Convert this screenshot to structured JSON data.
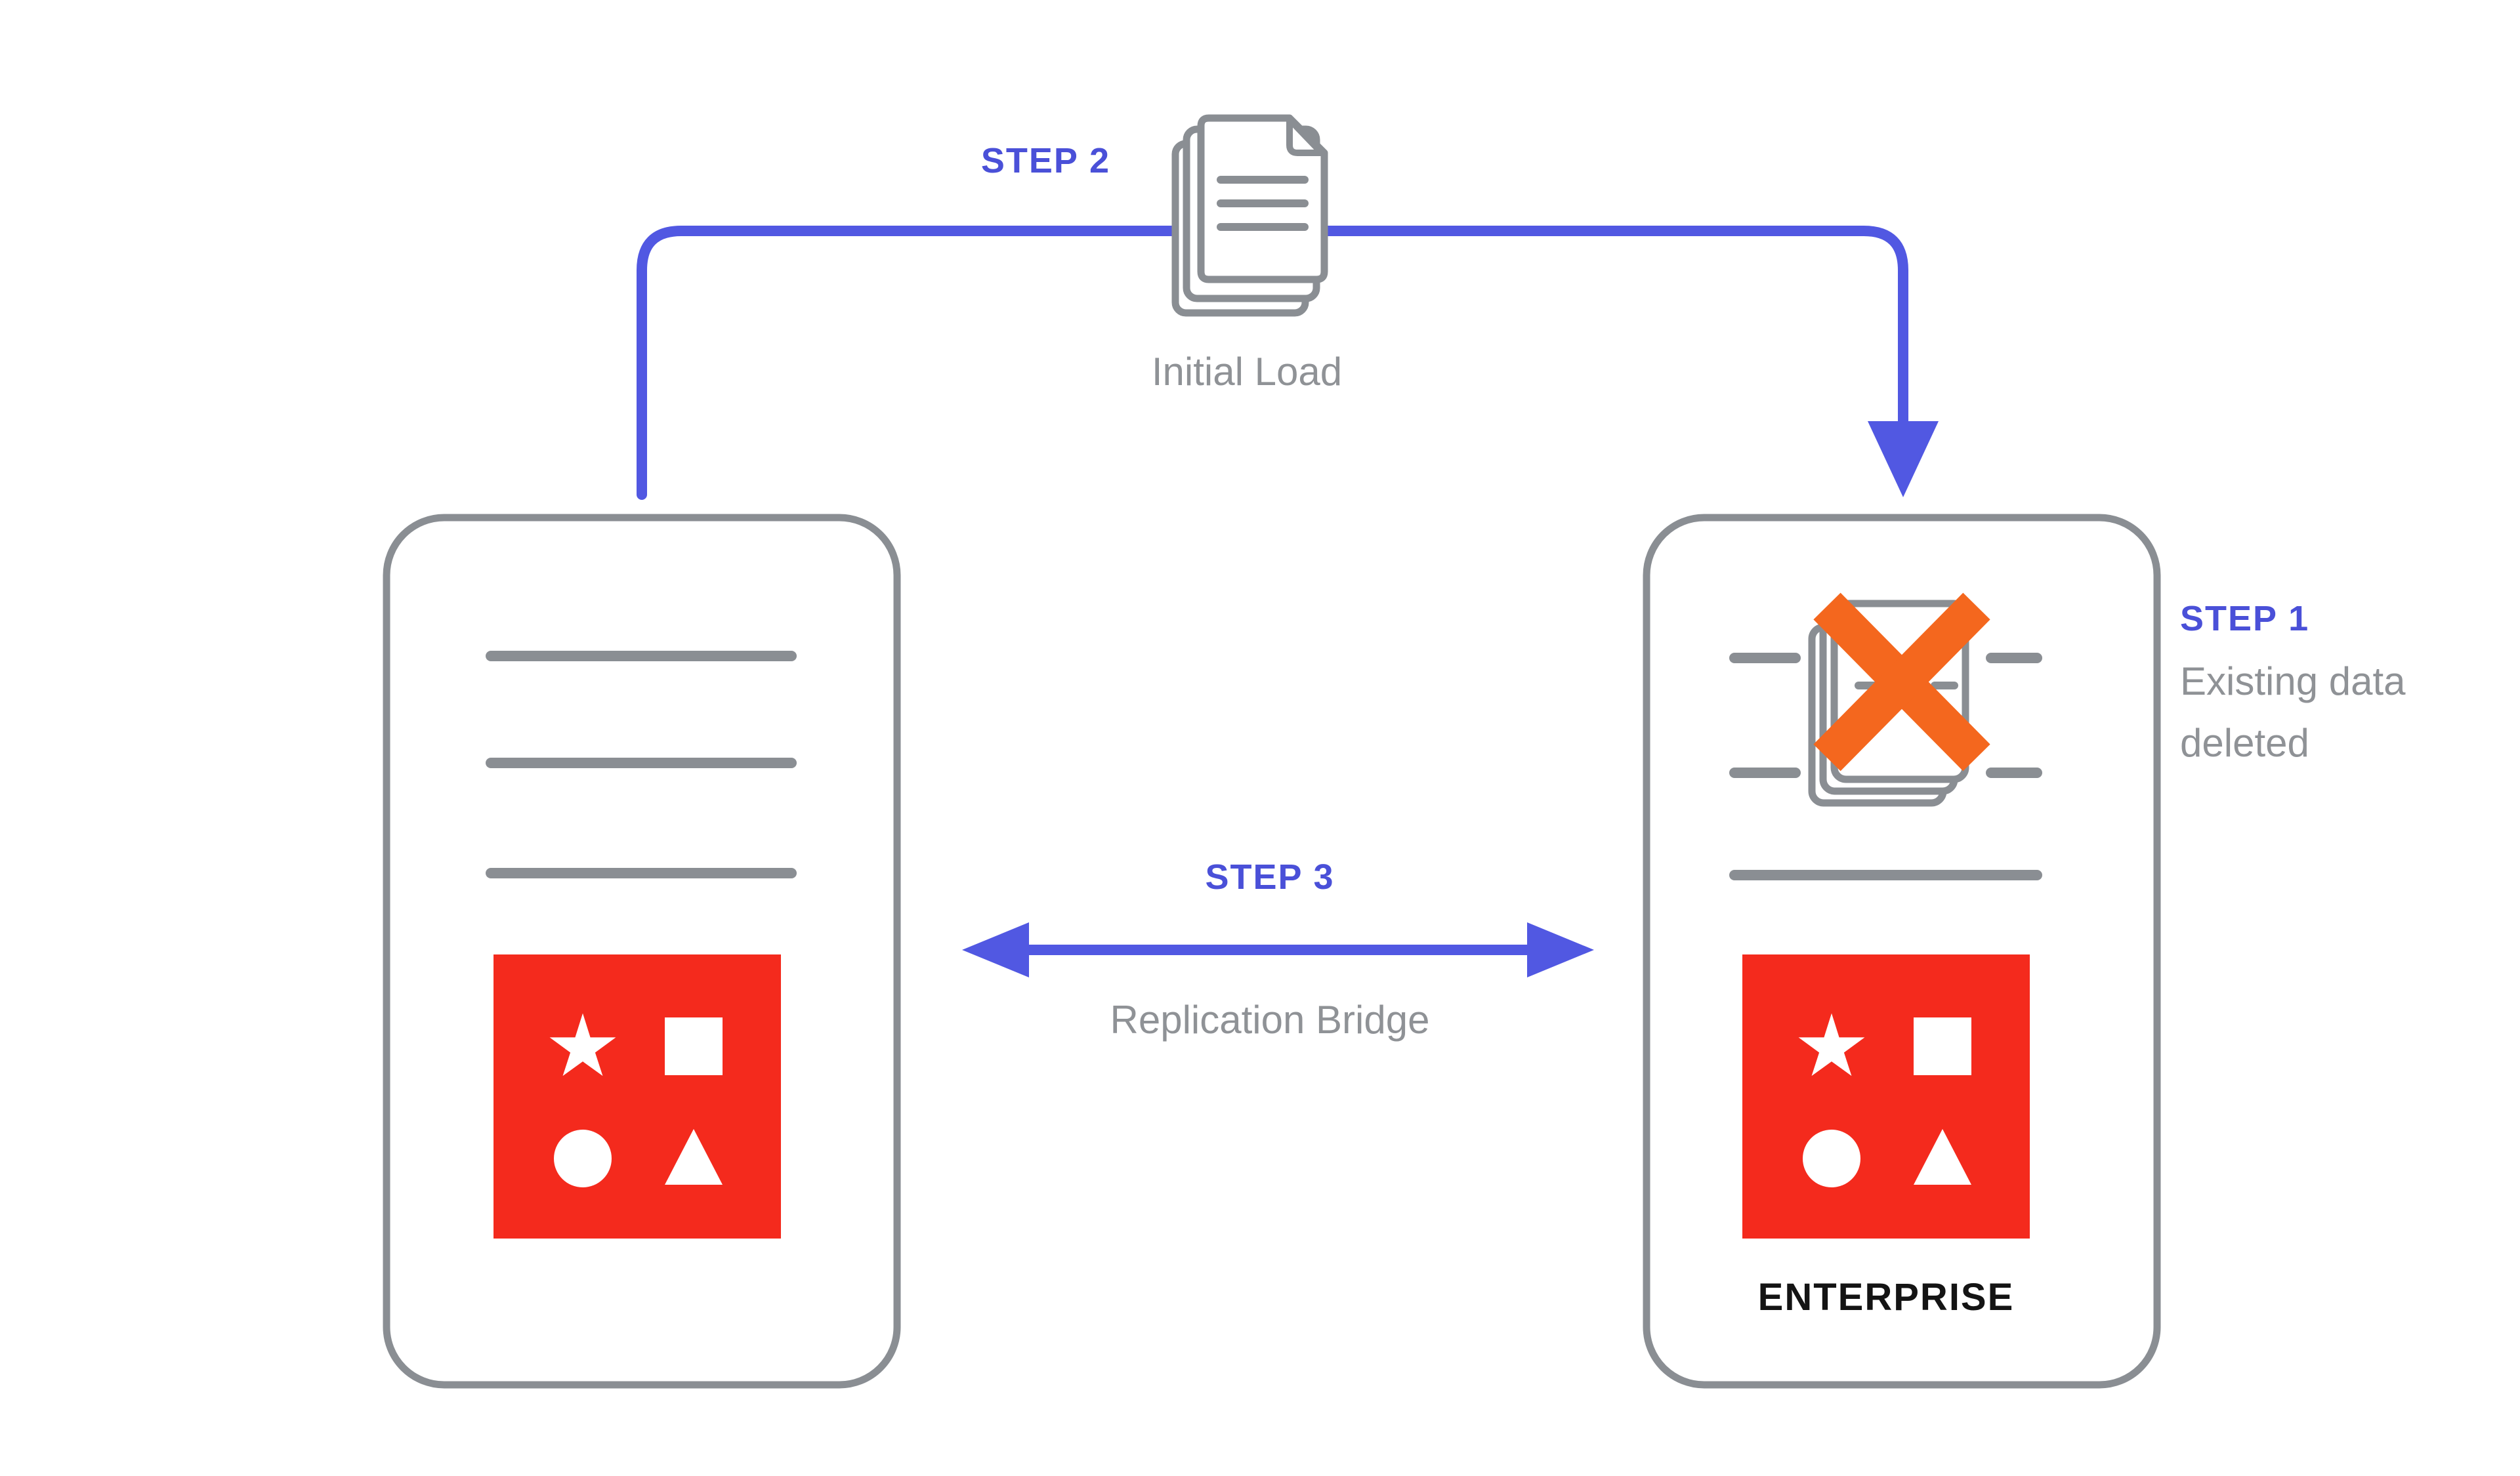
{
  "palette": {
    "accent_blue_line": "#5158e2",
    "step_label_blue": "#4a50d8",
    "outline_gray": "#8a8e93",
    "caption_gray": "#8f9296",
    "logo_red": "#f42a1d",
    "delete_orange": "#f4671e",
    "badge_black": "#141414",
    "background": "#ffffff"
  },
  "steps": {
    "step1": {
      "label": "STEP 1",
      "caption_line1": "Existing data",
      "caption_line2": "deleted"
    },
    "step2": {
      "label": "STEP 2",
      "caption": "Initial Load"
    },
    "step3": {
      "label": "STEP 3",
      "caption": "Replication Bridge"
    }
  },
  "servers": {
    "target": {
      "badge": "ENTERPRISE"
    }
  },
  "icons": [
    "source-server-icon",
    "target-server-icon",
    "documents-stack-icon",
    "deleted-documents-icon",
    "x-mark-icon",
    "arrow-down-icon",
    "double-arrow-icon",
    "database-logo-icon",
    "star-icon",
    "square-icon",
    "circle-icon",
    "triangle-icon",
    "data-row-line-icon"
  ]
}
